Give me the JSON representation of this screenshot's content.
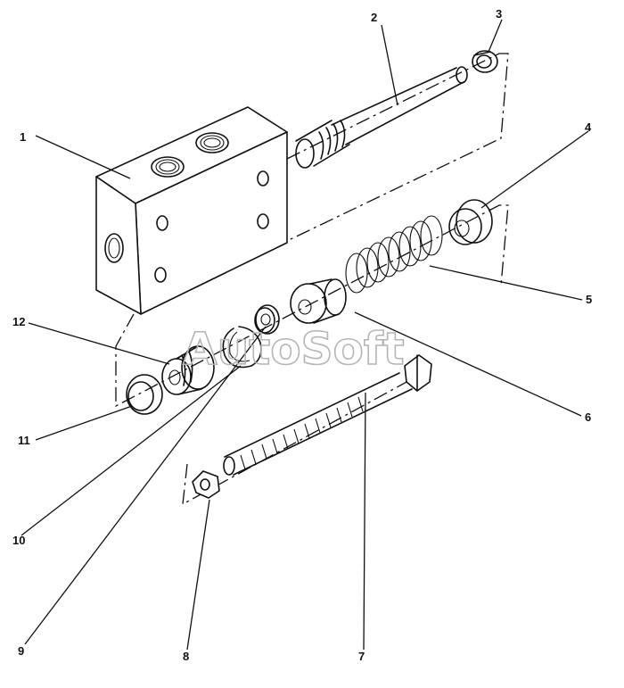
{
  "watermark": "AutoSoft",
  "callouts": [
    {
      "id": "1",
      "label": "1"
    },
    {
      "id": "2",
      "label": "2"
    },
    {
      "id": "3",
      "label": "3"
    },
    {
      "id": "4",
      "label": "4"
    },
    {
      "id": "5",
      "label": "5"
    },
    {
      "id": "6",
      "label": "6"
    },
    {
      "id": "7",
      "label": "7"
    },
    {
      "id": "8",
      "label": "8"
    },
    {
      "id": "9",
      "label": "9"
    },
    {
      "id": "10",
      "label": "10"
    },
    {
      "id": "11",
      "label": "11"
    },
    {
      "id": "12",
      "label": "12"
    }
  ],
  "colors": {
    "ink": "#111111",
    "watermark": "#b5b5b5",
    "background": "#ffffff"
  }
}
